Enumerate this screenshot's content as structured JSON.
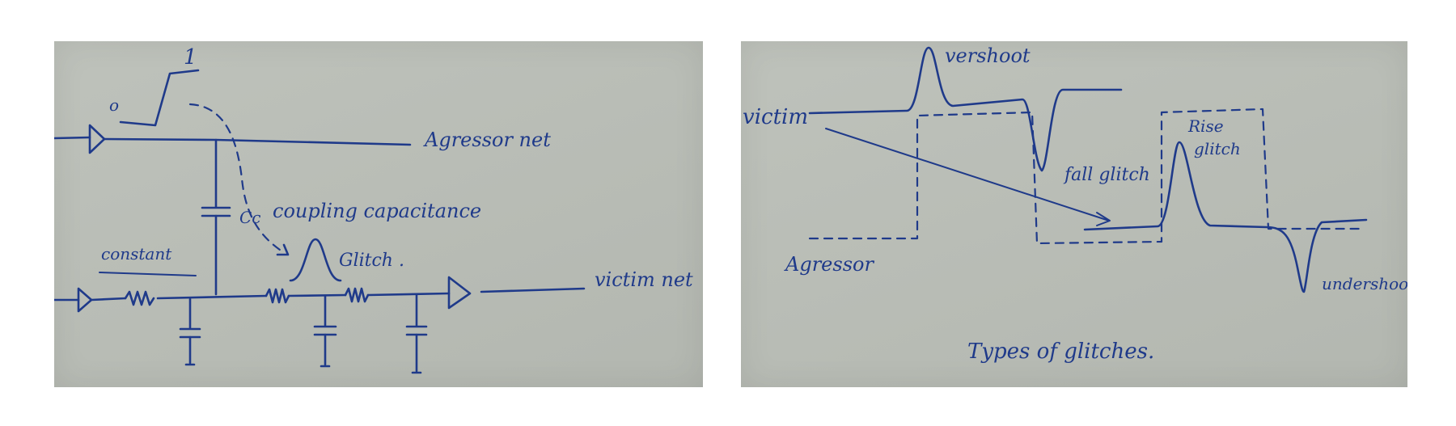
{
  "left_panel": {
    "labels": {
      "logic_high": "1",
      "logic_low": "o",
      "aggressor_net": "Agressor net",
      "coupling_cap_symbol": "Cc",
      "coupling_capacitance": "coupling capacitance",
      "constant": "constant",
      "glitch": "Glitch .",
      "victim_net": "victim net"
    }
  },
  "right_panel": {
    "labels": {
      "overshoot": "vershoot",
      "victim": "victim",
      "fall_glitch": "fall glitch",
      "rise": "Rise",
      "glitch": "glitch",
      "aggressor": "Agressor",
      "undershoot": "undershoot",
      "caption": "Types of glitches."
    }
  },
  "colors": {
    "ink": "#1f3a8a",
    "paper": "#b9bdb6",
    "background": "#ffffff"
  }
}
